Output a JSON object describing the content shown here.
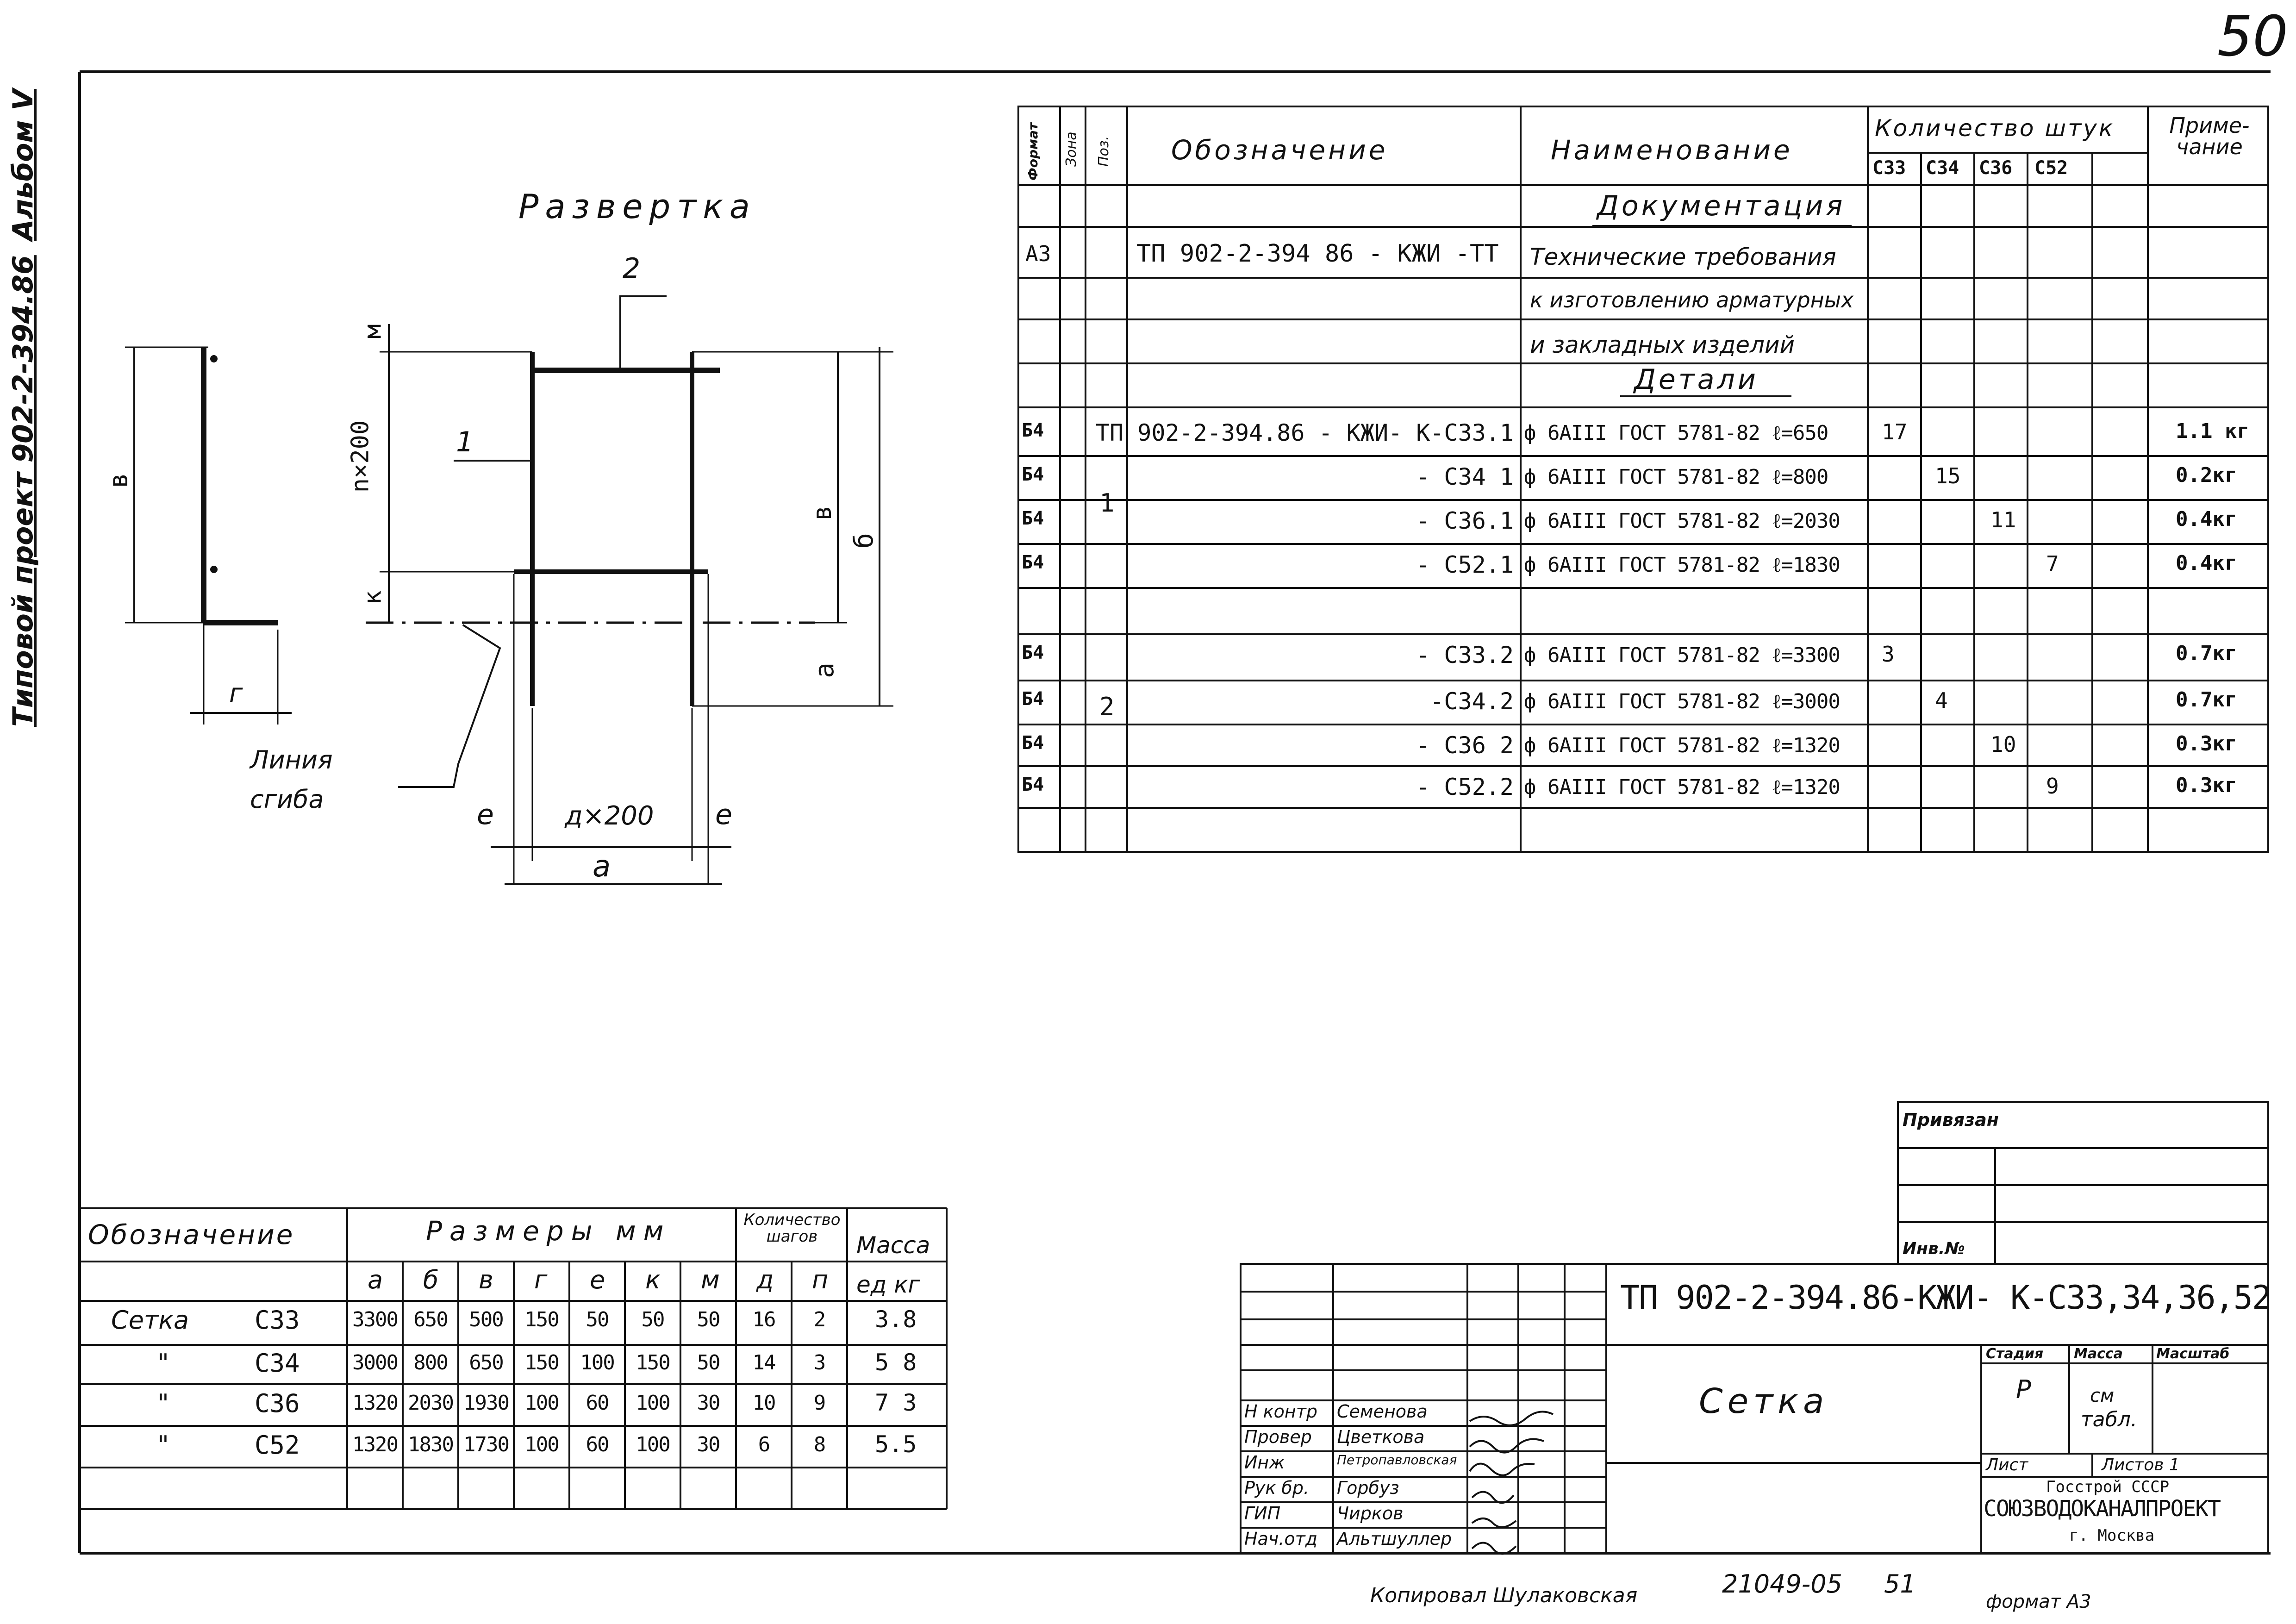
{
  "page": {
    "sheet_number": "50",
    "side_album": "Альбом V",
    "side_project": "Типовой проект 902-2-394.86"
  },
  "drawing": {
    "title": "Развертка",
    "labels": {
      "pos2": "2",
      "pos1": "1",
      "m": "м",
      "n200": "n×200",
      "k": "к",
      "v_left": "в",
      "g": "г",
      "v_right": "в",
      "b": "б",
      "a_right": "а",
      "e_left": "е",
      "d200": "д×200",
      "e_right": "е",
      "a": "а",
      "bend_line1": "Линия",
      "bend_line2": "сгиба"
    }
  },
  "spec": {
    "headers": {
      "format": "Формат",
      "zone": "Зона",
      "pos": "Поз.",
      "designation": "Обозначение",
      "name": "Наименование",
      "qty": "Количество штук",
      "note": "Приме- чание",
      "cols": [
        "С33",
        "С34",
        "С36",
        "С52"
      ]
    },
    "sections": {
      "docs": "Документация",
      "details": "Детали"
    },
    "doc_row": {
      "format": "А3",
      "designation": "ТП 902-2-394 86 - КЖИ -ТТ",
      "name_lines": [
        "Технические требования",
        "к изготовлению арматурных",
        "и закладных изделий"
      ]
    },
    "pos1": "1",
    "pos2": "2",
    "rows": [
      {
        "f": "Б4",
        "d": "ТП 902-2-394.86 - КЖИ- К-С33.1",
        "n": "ф 6АIII ГОСТ 5781-82 ℓ=650",
        "q": [
          "17",
          "",
          "",
          ""
        ],
        "m": "1.1 кг"
      },
      {
        "f": "Б4",
        "d": "- С34 1",
        "n": "ф 6АIII ГОСТ 5781-82 ℓ=800",
        "q": [
          "",
          "15",
          "",
          ""
        ],
        "m": "0.2кг"
      },
      {
        "f": "Б4",
        "d": "- С36.1",
        "n": "ф 6АIII ГОСТ 5781-82 ℓ=2030",
        "q": [
          "",
          "",
          "11",
          ""
        ],
        "m": "0.4кг"
      },
      {
        "f": "Б4",
        "d": "- С52.1",
        "n": "ф 6АIII ГОСТ 5781-82 ℓ=1830",
        "q": [
          "",
          "",
          "",
          "7"
        ],
        "m": "0.4кг"
      },
      {
        "f": "Б4",
        "d": "- С33.2",
        "n": "ф 6АIII ГОСТ 5781-82 ℓ=3300",
        "q": [
          "3",
          "",
          "",
          ""
        ],
        "m": "0.7кг"
      },
      {
        "f": "Б4",
        "d": "-С34.2",
        "n": "ф 6АIII ГОСТ 5781-82 ℓ=3000",
        "q": [
          "",
          "4",
          "",
          ""
        ],
        "m": "0.7кг"
      },
      {
        "f": "Б4",
        "d": "- С36 2",
        "n": "ф 6АIII ГОСТ 5781-82 ℓ=1320",
        "q": [
          "",
          "",
          "10",
          ""
        ],
        "m": "0.3кг"
      },
      {
        "f": "Б4",
        "d": "- С52.2",
        "n": "ф 6АIII ГОСТ 5781-82 ℓ=1320",
        "q": [
          "",
          "",
          "",
          "9"
        ],
        "m": "0.3кг"
      }
    ]
  },
  "dims": {
    "headers": {
      "designation": "Обозначение",
      "sizes": "Размеры мм",
      "steps": "Количество шагов",
      "mass": "Масса ед кг",
      "cols": [
        "а",
        "б",
        "в",
        "г",
        "е",
        "к",
        "м",
        "д",
        "п"
      ]
    },
    "rows": [
      {
        "name": "Сетка",
        "code": "С33",
        "v": [
          "3300",
          "650",
          "500",
          "150",
          "50",
          "50",
          "50",
          "16",
          "2"
        ],
        "mass": "3.8"
      },
      {
        "name": "\"",
        "code": "С34",
        "v": [
          "3000",
          "800",
          "650",
          "150",
          "100",
          "150",
          "50",
          "14",
          "3"
        ],
        "mass": "5 8"
      },
      {
        "name": "\"",
        "code": "С36",
        "v": [
          "1320",
          "2030",
          "1930",
          "100",
          "60",
          "100",
          "30",
          "10",
          "9"
        ],
        "mass": "7 3"
      },
      {
        "name": "\"",
        "code": "С52",
        "v": [
          "1320",
          "1830",
          "1730",
          "100",
          "60",
          "100",
          "30",
          "6",
          "8"
        ],
        "mass": "5.5"
      }
    ]
  },
  "stamp": {
    "privyazan": "Привязан",
    "inv": "Инв.№",
    "code": "ТП 902-2-394.86-КЖИ- К-С33,34,36,52",
    "item": "Сетка",
    "stage_label": "Стадия",
    "mass_label": "Масса",
    "scale_label": "Масштаб",
    "stage": "Р",
    "mass_value1": "см",
    "mass_value2": "табл.",
    "sheet_label": "Лист",
    "sheets_label": "Листов 1",
    "org1": "Госстрой СССР",
    "org2": "СОЮЗВОДОКАНАЛПРОЕКТ",
    "org3": "г. Москва",
    "people": [
      {
        "role": "Н контр",
        "name": "Семенова"
      },
      {
        "role": "Провер",
        "name": "Цветкова"
      },
      {
        "role": "Инж",
        "name": "Петропавловская"
      },
      {
        "role": "Рук бр.",
        "name": "Горбуз"
      },
      {
        "role": "ГИП",
        "name": "Чирков"
      },
      {
        "role": "Нач.отд",
        "name": "Альтшуллер"
      }
    ]
  },
  "footer": {
    "copied": "Копировал Шулаковская",
    "number": "21049-05",
    "number2": "51",
    "format": "формат А3"
  }
}
